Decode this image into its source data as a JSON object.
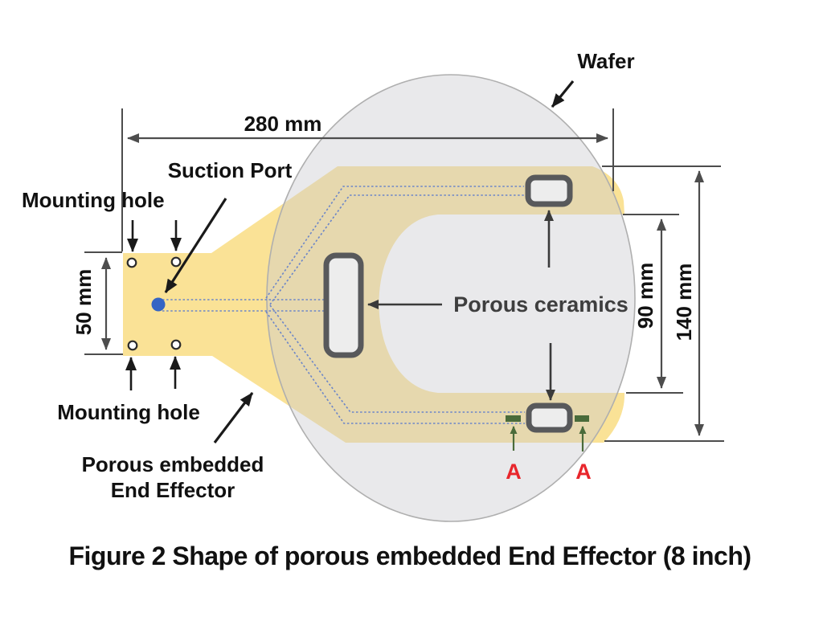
{
  "figure_caption": "Figure 2  Shape of porous embedded End Effector  (8 inch)",
  "labels": {
    "wafer": "Wafer",
    "suction_port": "Suction Port",
    "mounting_hole_top": "Mounting hole",
    "mounting_hole_bottom": "Mounting hole",
    "porous_ceramics": "Porous ceramics",
    "end_effector_line1": "Porous embedded",
    "end_effector_line2": "End Effector",
    "section_marker_left": "A",
    "section_marker_right": "A"
  },
  "dimensions": {
    "overall_length": "280 mm",
    "handle_width": "50 mm",
    "fork_inner_gap": "90 mm",
    "fork_outer_width": "140 mm"
  },
  "colors": {
    "effector_yellow": "#FAE296",
    "wafer_gray_fill": "rgba(203,203,208,0.42)",
    "wafer_edge": "#AFAFAF",
    "ceramic_fill": "#EDEDED",
    "ceramic_border": "#58595B",
    "channel_blue": "#6B85C8",
    "suction_port_blue": "#3565C4",
    "section_marker_green": "#4A6B3A",
    "section_label_red": "#E8262C",
    "dimension_gray": "#4D4D4D",
    "label_black": "#1A1A1A"
  }
}
